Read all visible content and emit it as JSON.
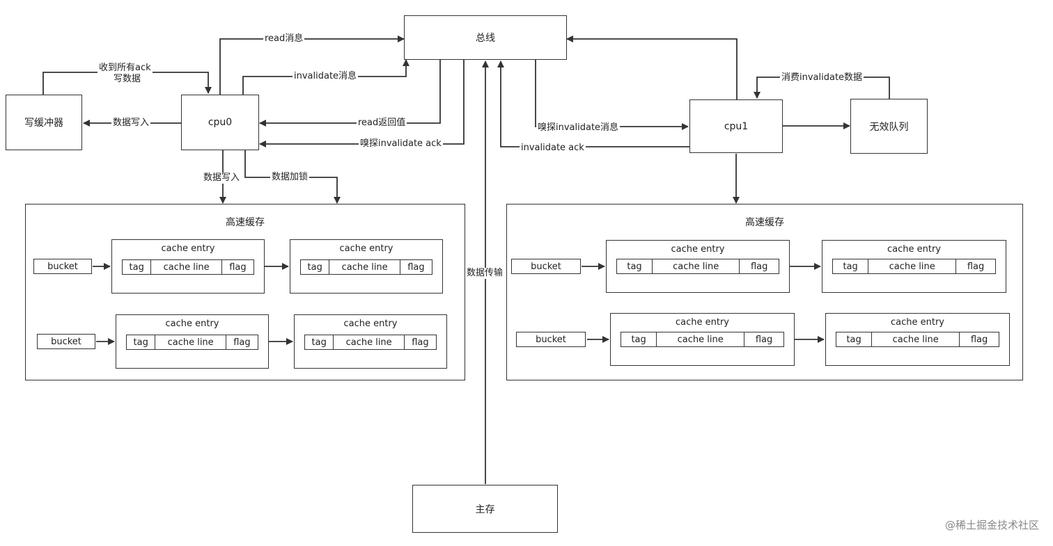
{
  "nodes": {
    "bus": "总线",
    "cpu0": "cpu0",
    "cpu1": "cpu1",
    "write_buffer": "写缓冲器",
    "invalid_queue": "无效队列",
    "main_memory": "主存"
  },
  "edges": {
    "read_msg": "read消息",
    "ack_all_1": "收到所有ack",
    "ack_all_2": "写数据",
    "invalidate_msg": "invalidate消息",
    "write_data_left": "数据写入",
    "read_return": "read返回值",
    "snoop_ack": "嗅探invalidate ack",
    "write_data_down": "数据写入",
    "data_lock": "数据加锁",
    "data_transfer": "数据传输",
    "snoop_invalidate": "嗅探invalidate消息",
    "invalidate_ack": "invalidate ack",
    "consume_invalidate": "消费invalidate数据"
  },
  "cache": {
    "title": "高速缓存",
    "bucket": "bucket",
    "entry_title": "cache entry",
    "field_tag": "tag",
    "field_line": "cache line",
    "field_flag": "flag"
  },
  "watermark": "@稀土掘金技术社区"
}
